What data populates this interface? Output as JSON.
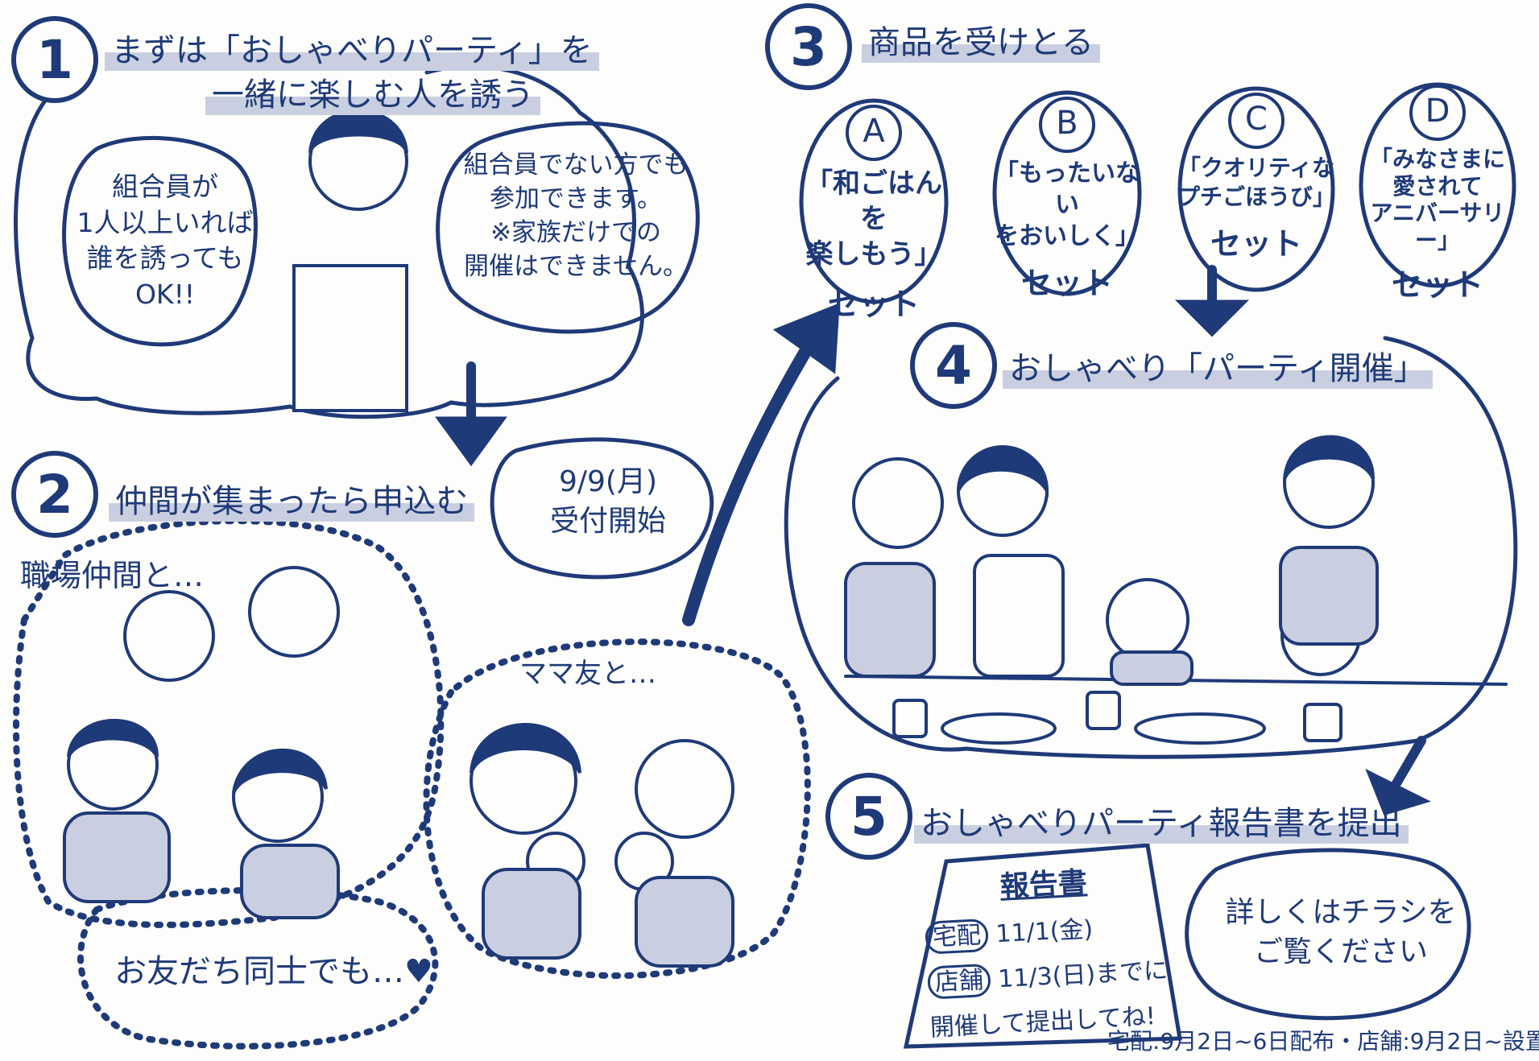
{
  "steps": [
    {
      "number": "1",
      "title_line1": "まずは「おしゃべりパーティ」を",
      "title_line2": "一緒に楽しむ人を誘う"
    },
    {
      "number": "2",
      "title": "仲間が集まったら申込む"
    },
    {
      "number": "3",
      "title": "商品を受けとる"
    },
    {
      "number": "4",
      "title": "おしゃべり「パーティ開催」"
    },
    {
      "number": "5",
      "title": "おしゃべりパーティ報告書を提出"
    }
  ],
  "step1": {
    "bubble_left": "組合員が\n1人以上いれば\n誰を誘っても\nOK!!",
    "bubble_right": "組合員でない方でも\n参加できます。\n※家族だけでの\n開催はできません。"
  },
  "step2": {
    "date_bubble": "9/9(月)\n受付開始",
    "workplace_label": "職場仲間と…",
    "mamatomo_label": "ママ友と…",
    "friends_label": "お友だち同士でも…♥"
  },
  "sets": [
    {
      "letter": "A",
      "name": "「和ごはんを\n楽しもう」",
      "suffix": "セット"
    },
    {
      "letter": "B",
      "name": "「もったいない\nをおいしく」",
      "suffix": "セット"
    },
    {
      "letter": "C",
      "name": "「クオリティな\nプチごほうび」",
      "suffix": "セット"
    },
    {
      "letter": "D",
      "name": "「みなさまに\n愛されて\nアニバーサリー」",
      "suffix": "セット"
    }
  ],
  "report": {
    "title": "報告書",
    "delivery_tag": "宅配",
    "delivery_date": "11/1(金)",
    "store_tag": "店舗",
    "store_date": "11/3(日)までに",
    "note": "開催して提出してね!"
  },
  "details_bubble": "詳しくはチラシを\nご覧ください",
  "footer_note": "宅配:9月2日~6日配布・店舗:9月2日~設置",
  "colors": {
    "ink": "#1f3a78",
    "tone": "#c9cfe0",
    "paper": "#fdfdfb"
  }
}
